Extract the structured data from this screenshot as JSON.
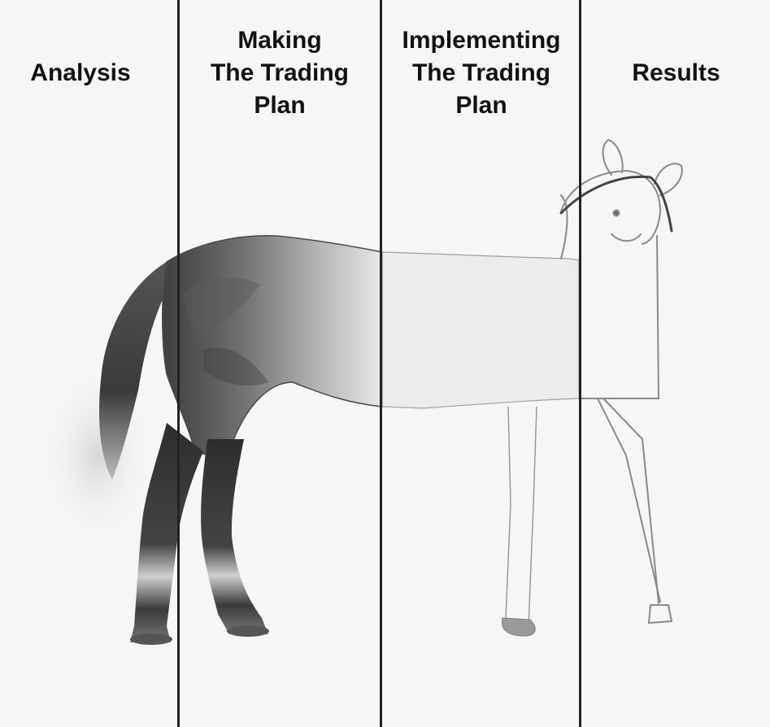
{
  "panels": [
    {
      "title": "Analysis"
    },
    {
      "title": "Making\nThe Trading\nPlan"
    },
    {
      "title": "Implementing\nThe Trading\nPlan"
    },
    {
      "title": "Results"
    }
  ],
  "illustration": {
    "subject": "horse-drawing-progression",
    "colors": {
      "background": "#f6f6f6",
      "ink": "#222222",
      "shade_dark": "#3a3a3a",
      "shade_mid": "#8a8a8a",
      "sketch_line": "#9a9a9a"
    }
  }
}
